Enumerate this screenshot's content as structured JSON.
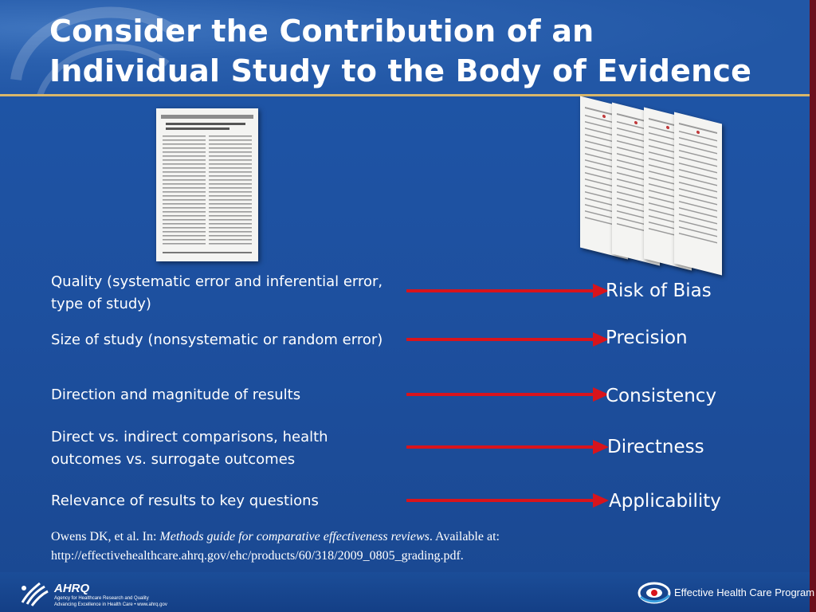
{
  "slide": {
    "title_line1": "Consider the Contribution of an",
    "title_line2": "Individual Study to the Body of Evidence"
  },
  "rows": [
    {
      "factor": "Quality (systematic error and inferential error, type of study)",
      "outcome": "Risk of Bias"
    },
    {
      "factor": "Size of study (nonsystematic or  random error)",
      "outcome": "Precision"
    },
    {
      "factor": "Direction and magnitude of results",
      "outcome": "Consistency"
    },
    {
      "factor": "Direct vs. indirect comparisons, health outcomes vs. surrogate outcomes",
      "outcome": "Directness"
    },
    {
      "factor": "Relevance of results to key questions",
      "outcome": "Applicability"
    }
  ],
  "citation": {
    "prefix": "Owens DK, et al. In: ",
    "source": "Methods guide for comparative effectiveness reviews",
    "suffix": ". Available at:",
    "url": "http://effectivehealthcare.ahrq.gov/ehc/products/60/318/2009_0805_grading.pdf",
    "url_end": "."
  },
  "footer": {
    "ahrq_logo_text": "AHRQ",
    "ahrq_line1": "Agency for Healthcare Research and Quality",
    "ahrq_line2": "Advancing Excellence in Health Care • www.ahrq.gov",
    "ehc_program": "Effective Health Care Program"
  },
  "colors": {
    "background": "#1f56a8",
    "arrow": "#d8141c",
    "title_rule": "#d9b76a",
    "right_strip": "#6b0f1c"
  },
  "icons": {
    "single_study": "document-page-icon",
    "body_of_evidence": "document-stack-icon",
    "hhs": "hhs-eagle-logo",
    "ehc": "ehc-globe-logo"
  }
}
